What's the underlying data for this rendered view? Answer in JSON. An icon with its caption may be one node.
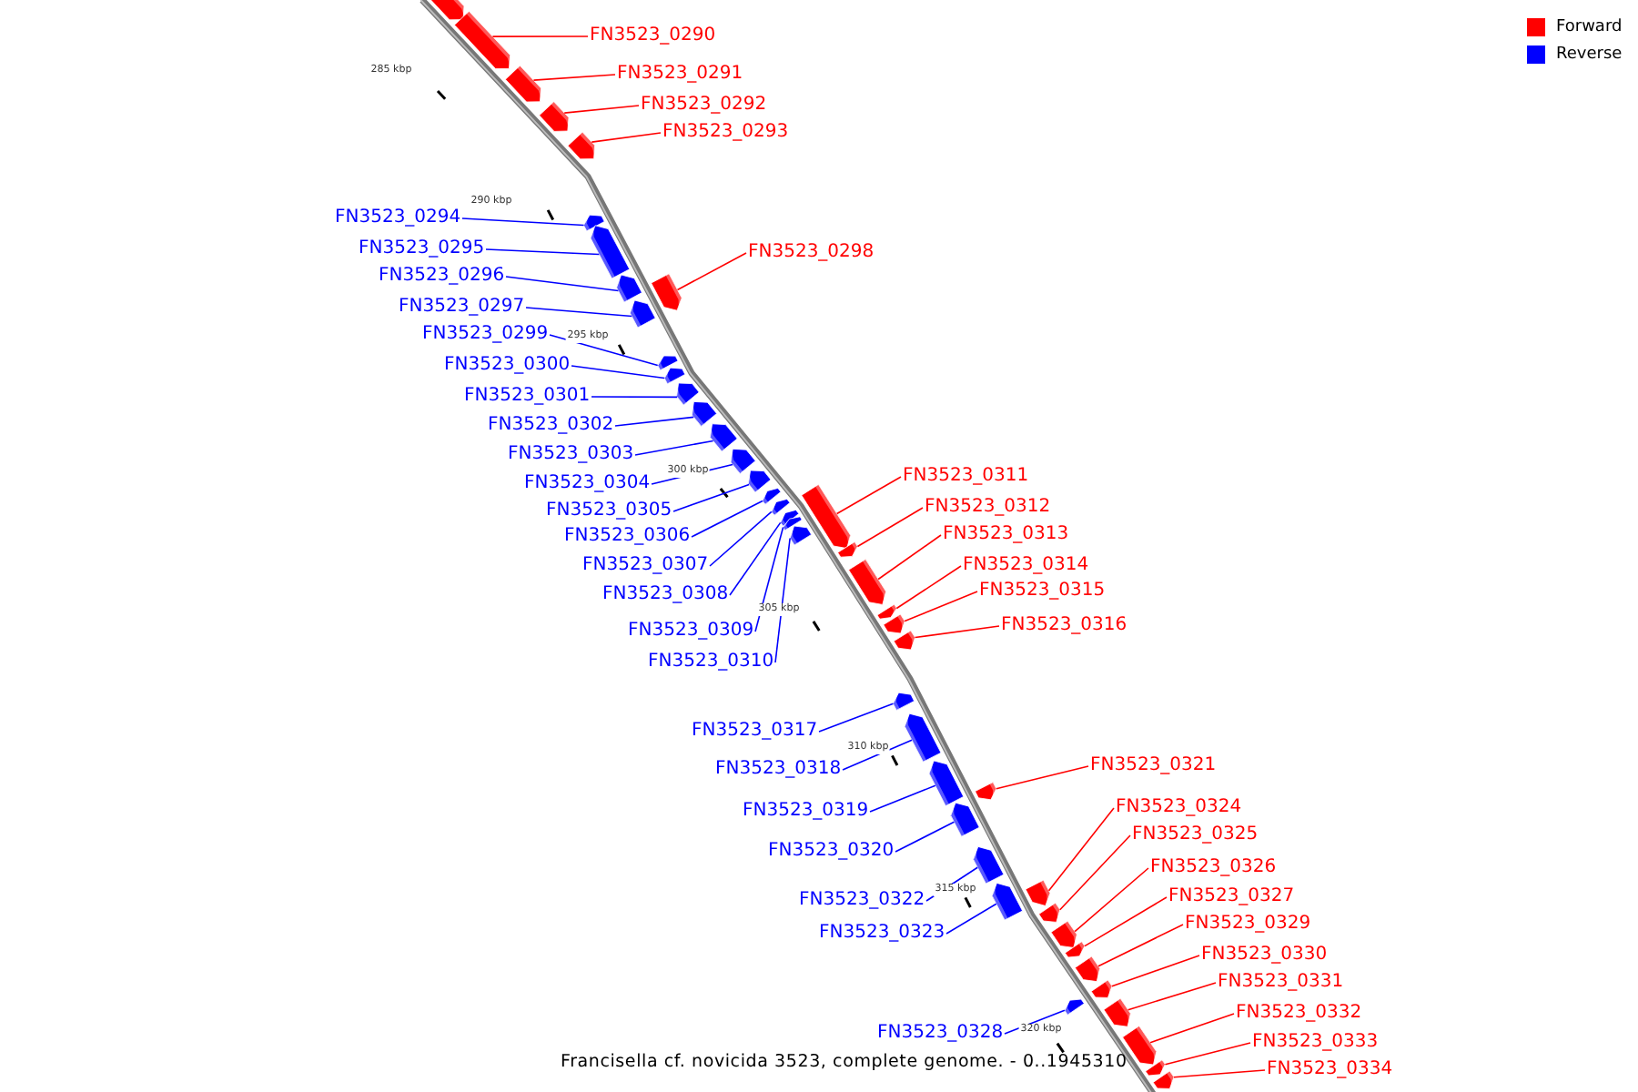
{
  "diagram": {
    "caption": "Francisella cf. novicida 3523, complete genome. - 0..1945310",
    "nodes": [
      {
        "text": [
          "FN3523_0290"
        ]
      },
      {
        "text": [
          "FN3523_0291"
        ]
      },
      {
        "text": [
          "FN3523_0292"
        ]
      },
      {
        "text": [
          "FN3523_0293"
        ]
      },
      {
        "text": [
          "FN3523_0294"
        ]
      },
      {
        "text": [
          "FN3523_0295"
        ]
      },
      {
        "text": [
          "FN3523_0296"
        ]
      },
      {
        "text": [
          "FN3523_0297"
        ]
      },
      {
        "text": [
          "FN3523_0298"
        ]
      },
      {
        "text": [
          "FN3523_0299"
        ]
      },
      {
        "text": [
          "FN3523_0300"
        ]
      },
      {
        "text": [
          "FN3523_0301"
        ]
      },
      {
        "text": [
          "FN3523_0302"
        ]
      },
      {
        "text": [
          "FN3523_0303"
        ]
      },
      {
        "text": [
          "FN3523_0304"
        ]
      },
      {
        "text": [
          "FN3523_0305"
        ]
      },
      {
        "text": [
          "FN3523_0306"
        ]
      },
      {
        "text": [
          "FN3523_0307"
        ]
      },
      {
        "text": [
          "FN3523_0308"
        ]
      },
      {
        "text": [
          "FN3523_0309"
        ]
      },
      {
        "text": [
          "FN3523_0310"
        ]
      },
      {
        "text": [
          "FN3523_0311"
        ]
      },
      {
        "text": [
          "FN3523_0312"
        ]
      },
      {
        "text": [
          "FN3523_0313"
        ]
      },
      {
        "text": [
          "FN3523_0314"
        ]
      },
      {
        "text": [
          "FN3523_0315"
        ]
      },
      {
        "text": [
          "FN3523_0316"
        ]
      },
      {
        "text": [
          "FN3523_0317"
        ]
      },
      {
        "text": [
          "FN3523_0318"
        ]
      },
      {
        "text": [
          "FN3523_0319"
        ]
      },
      {
        "text": [
          "FN3523_0320"
        ]
      },
      {
        "text": [
          "FN3523_0321"
        ]
      },
      {
        "text": [
          "FN3523_0322"
        ]
      },
      {
        "text": [
          "FN3523_0323"
        ]
      },
      {
        "text": [
          "FN3523_0324"
        ]
      },
      {
        "text": [
          "FN3523_0325"
        ]
      },
      {
        "text": [
          "FN3523_0326"
        ]
      },
      {
        "text": [
          "FN3523_0327"
        ]
      },
      {
        "text": [
          "FN3523_0328"
        ]
      },
      {
        "text": [
          "FN3523_0329"
        ]
      },
      {
        "text": [
          "FN3523_0330"
        ]
      },
      {
        "text": [
          "FN3523_0331"
        ]
      },
      {
        "text": [
          "FN3523_0332"
        ]
      },
      {
        "text": [
          "FN3523_0333"
        ]
      },
      {
        "text": [
          "FN3523_0334"
        ]
      },
      {
        "text": [],
        "shape": "arrow"
      },
      {
        "text": [],
        "shape": "arrow"
      },
      {
        "text": [],
        "shape": "arrow"
      },
      {
        "text": [],
        "shape": "arrow"
      },
      {
        "text": [],
        "shape": "arrow"
      },
      {
        "text": [],
        "shape": "arrow"
      },
      {
        "text": [],
        "shape": "arrow"
      },
      {
        "text": [],
        "shape": "arrow"
      },
      {
        "text": [],
        "shape": "arrow"
      },
      {
        "text": [],
        "shape": "arrow"
      },
      {
        "text": [],
        "shape": "arrow"
      },
      {
        "text": [],
        "shape": "arrow"
      },
      {
        "text": [],
        "shape": "arrow"
      },
      {
        "text": [],
        "shape": "arrow"
      },
      {
        "text": [],
        "shape": "arrow"
      },
      {
        "text": [],
        "shape": "arrow"
      },
      {
        "text": [],
        "shape": "arrow"
      },
      {
        "text": [],
        "shape": "arrow"
      },
      {
        "text": [],
        "shape": "arrow"
      },
      {
        "text": [],
        "shape": "arrow"
      },
      {
        "text": [],
        "shape": "arrow"
      },
      {
        "text": [],
        "shape": "arrow"
      },
      {
        "text": [],
        "shape": "arrow"
      },
      {
        "text": [],
        "shape": "arrow"
      },
      {
        "text": [],
        "shape": "arrow"
      },
      {
        "text": [],
        "shape": "arrow"
      },
      {
        "text": [],
        "shape": "arrow"
      },
      {
        "text": [],
        "shape": "arrow"
      },
      {
        "text": [],
        "shape": "arrow"
      },
      {
        "text": [],
        "shape": "arrow"
      },
      {
        "text": [],
        "shape": "arrow"
      },
      {
        "text": [],
        "shape": "arrow"
      },
      {
        "text": [],
        "shape": "arrow"
      },
      {
        "text": [],
        "shape": "arrow"
      },
      {
        "text": [],
        "shape": "arrow"
      },
      {
        "text": [],
        "shape": "arrow"
      },
      {
        "text": [],
        "shape": "arrow"
      },
      {
        "text": [],
        "shape": "arrow"
      },
      {
        "text": [],
        "shape": "arrow"
      },
      {
        "text": [],
        "shape": "arrow"
      },
      {
        "text": [],
        "shape": "arrow"
      },
      {
        "text": [],
        "shape": "arrow"
      },
      {
        "text": [],
        "shape": "arrow"
      },
      {
        "text": [],
        "shape": "arrow"
      },
      {
        "text": [],
        "shape": "arrow"
      },
      {
        "text": [],
        "shape": "arrow"
      }
    ],
    "edges": [
      {
        "from": 0,
        "to": 46,
        "arrow": "none",
        "color": "#ff0000"
      },
      {
        "from": 1,
        "to": 47,
        "arrow": "none",
        "color": "#ff0000"
      },
      {
        "from": 2,
        "to": 48,
        "arrow": "none",
        "color": "#ff0000"
      },
      {
        "from": 3,
        "to": 49,
        "arrow": "none",
        "color": "#ff0000"
      },
      {
        "from": 4,
        "to": 50,
        "arrow": "none"
      },
      {
        "from": 5,
        "to": 51,
        "arrow": "none"
      },
      {
        "from": 6,
        "to": 52,
        "arrow": "none"
      },
      {
        "from": 7,
        "to": 53,
        "arrow": "none"
      },
      {
        "from": 8,
        "to": 54,
        "arrow": "none",
        "color": "#ff0000"
      },
      {
        "from": 9,
        "to": 55,
        "arrow": "none"
      },
      {
        "from": 10,
        "to": 56,
        "arrow": "none"
      },
      {
        "from": 11,
        "to": 57,
        "arrow": "none"
      },
      {
        "from": 12,
        "to": 58,
        "arrow": "none"
      },
      {
        "from": 13,
        "to": 59,
        "arrow": "none"
      },
      {
        "from": 14,
        "to": 60,
        "arrow": "none"
      },
      {
        "from": 15,
        "to": 61,
        "arrow": "none"
      },
      {
        "from": 16,
        "to": 62,
        "arrow": "none"
      },
      {
        "from": 17,
        "to": 63,
        "arrow": "none"
      },
      {
        "from": 18,
        "to": 64,
        "arrow": "none"
      },
      {
        "from": 19,
        "to": 65,
        "arrow": "none"
      },
      {
        "from": 20,
        "to": 66,
        "arrow": "none"
      },
      {
        "from": 21,
        "to": 67,
        "arrow": "none",
        "color": "#ff0000"
      },
      {
        "from": 22,
        "to": 68,
        "arrow": "none",
        "color": "#ff0000"
      },
      {
        "from": 23,
        "to": 69,
        "arrow": "none",
        "color": "#ff0000"
      },
      {
        "from": 24,
        "to": 70,
        "arrow": "none",
        "color": "#ff0000"
      },
      {
        "from": 25,
        "to": 71,
        "arrow": "none",
        "color": "#ff0000"
      },
      {
        "from": 26,
        "to": 72,
        "arrow": "none",
        "color": "#ff0000"
      },
      {
        "from": 27,
        "to": 73,
        "arrow": "none"
      },
      {
        "from": 28,
        "to": 74,
        "arrow": "none"
      },
      {
        "from": 29,
        "to": 75,
        "arrow": "none"
      },
      {
        "from": 30,
        "to": 76,
        "arrow": "none"
      },
      {
        "from": 31,
        "to": 77,
        "arrow": "none",
        "color": "#ff0000"
      },
      {
        "from": 32,
        "to": 78,
        "arrow": "none"
      },
      {
        "from": 33,
        "to": 79,
        "arrow": "none"
      },
      {
        "from": 34,
        "to": 80,
        "arrow": "none",
        "color": "#ff0000"
      },
      {
        "from": 35,
        "to": 81,
        "arrow": "none",
        "color": "#ff0000"
      },
      {
        "from": 36,
        "to": 82,
        "arrow": "none",
        "color": "#ff0000"
      },
      {
        "from": 37,
        "to": 83,
        "arrow": "none",
        "color": "#ff0000"
      },
      {
        "from": 38,
        "to": 84,
        "arrow": "none"
      },
      {
        "from": 39,
        "to": 85,
        "arrow": "none",
        "color": "#ff0000"
      },
      {
        "from": 40,
        "to": 86,
        "arrow": "none",
        "color": "#ff0000"
      },
      {
        "from": 41,
        "to": 87,
        "arrow": "none",
        "color": "#ff0000"
      },
      {
        "from": 42,
        "to": 88,
        "arrow": "none",
        "color": "#ff0000"
      },
      {
        "from": 43,
        "to": 89,
        "arrow": "none",
        "color": "#ff0000"
      },
      {
        "from": 44,
        "to": 90,
        "arrow": "none",
        "color": "#ff0000"
      }
    ],
    "labels": [
      "285 kbp",
      "290 kbp",
      "295 kbp",
      "300 kbp",
      "305 kbp",
      "310 kbp",
      "315 kbp",
      "320 kbp"
    ],
    "legend": [
      {
        "text": "Forward",
        "color": "#ff0000"
      },
      {
        "text": "Reverse",
        "color": "#0000ff"
      }
    ]
  }
}
